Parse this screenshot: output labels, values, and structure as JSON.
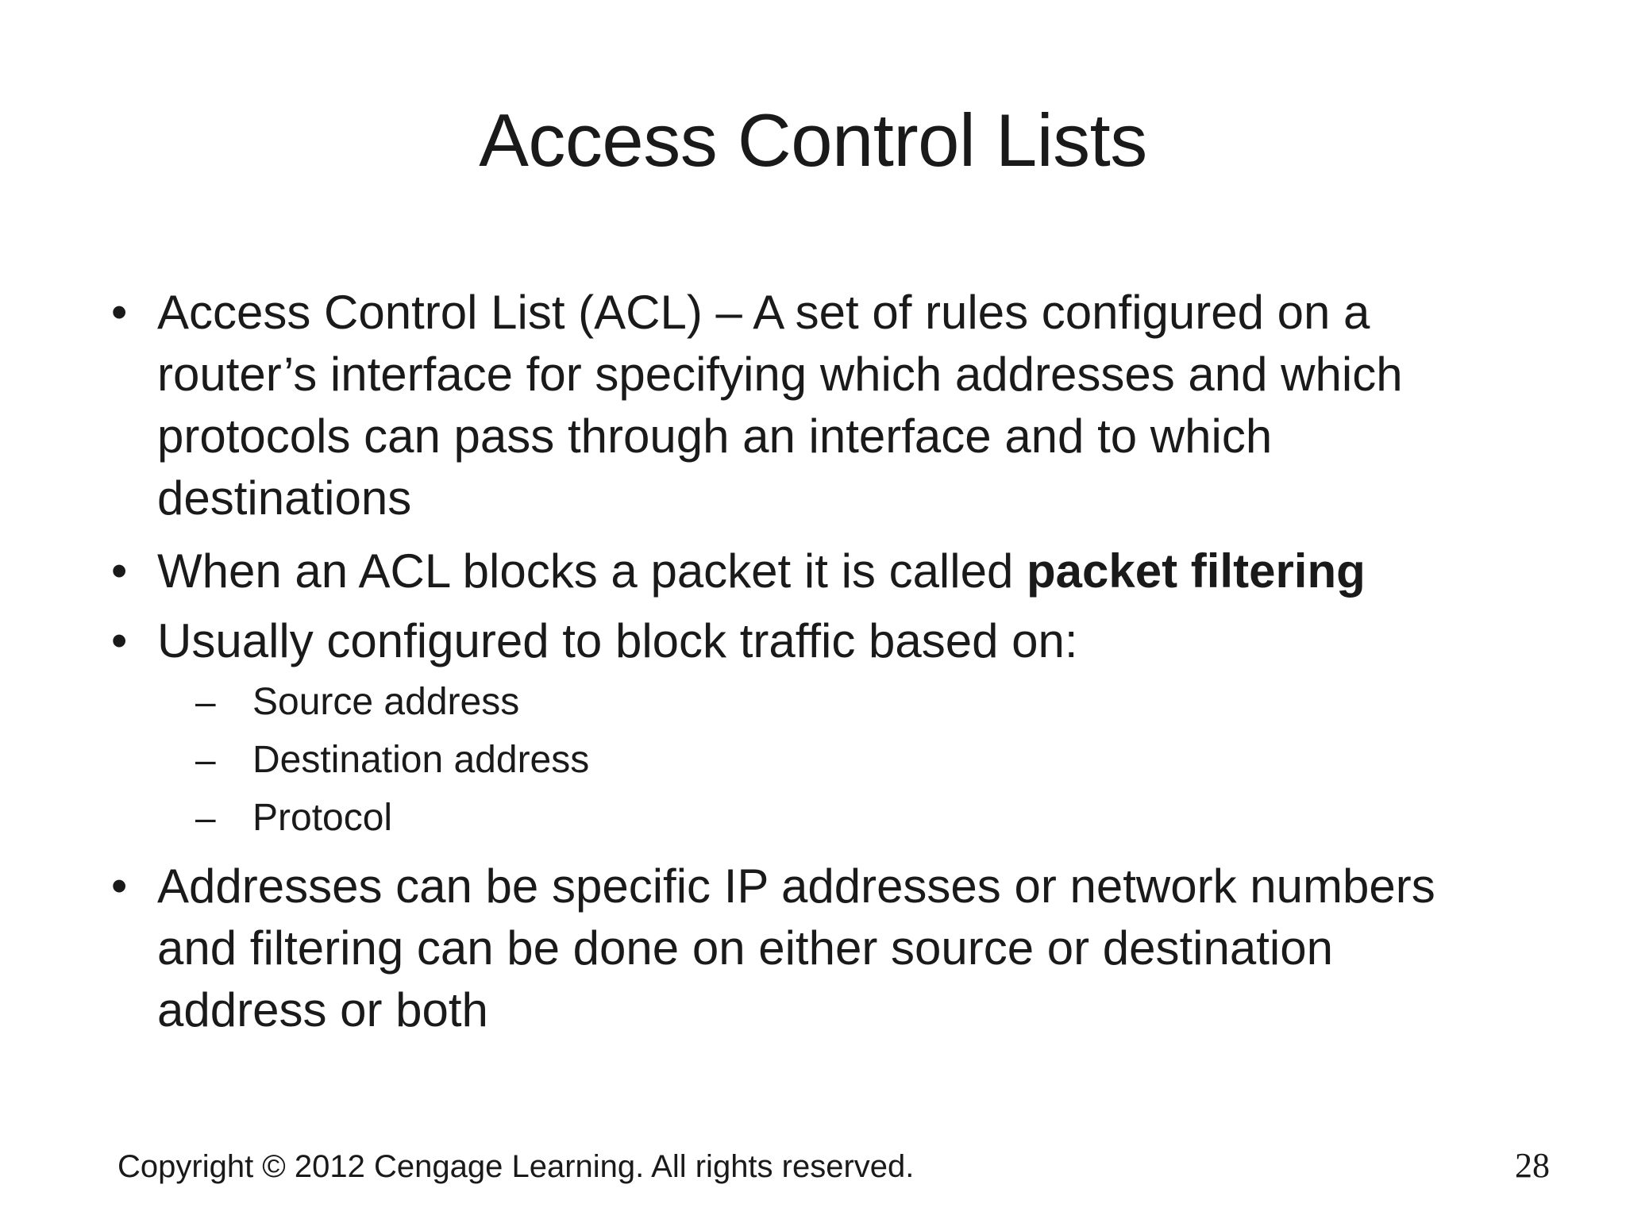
{
  "slide": {
    "title": "Access Control Lists",
    "background_color": "#ffffff",
    "text_color": "#1a1a1a"
  },
  "bullets": [
    {
      "marker": "•",
      "text_before_bold": "Access Control List (ACL) – A set of rules configured on a router’s interface for specifying which addresses and which protocols can pass through an interface and to which destinations",
      "bold": "",
      "text_after_bold": ""
    },
    {
      "marker": "•",
      "text_before_bold": "When an ACL blocks a packet it is called ",
      "bold": "packet filtering",
      "text_after_bold": ""
    },
    {
      "marker": "•",
      "text_before_bold": "Usually configured to block traffic based on:",
      "bold": "",
      "text_after_bold": ""
    },
    {
      "marker": "•",
      "text_before_bold": "Addresses can be specific IP addresses or network numbers and filtering can be done on either source or destination address or both",
      "bold": "",
      "text_after_bold": ""
    }
  ],
  "sub_bullets": [
    {
      "marker": "–",
      "text": "Source address"
    },
    {
      "marker": "–",
      "text": "Destination address"
    },
    {
      "marker": "–",
      "text": "Protocol"
    }
  ],
  "footer": {
    "copyright": "Copyright © 2012 Cengage Learning. All rights reserved.",
    "page_number": "28"
  }
}
